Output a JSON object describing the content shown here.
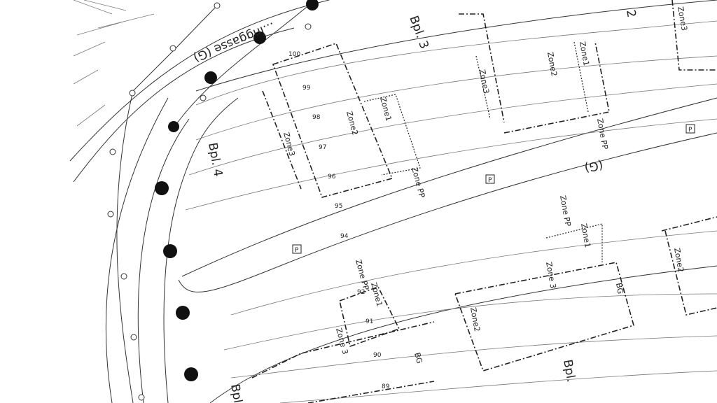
{
  "plan": {
    "street_name": "...inggasse (G)",
    "street_marker": "(G)",
    "plots": [
      "Bpl. 3",
      "Bpl. 4",
      "Bpl.",
      "2",
      "Bpl"
    ],
    "zones": {
      "zone1": "Zone1",
      "zone2": "Zone2",
      "zone3": "Zone3",
      "zone_pp": "Zone PP",
      "zone_3b": "Zone 3",
      "bg": "BG"
    },
    "contours": [
      "100",
      "99",
      "98",
      "97",
      "96",
      "95",
      "94",
      "92",
      "91",
      "90",
      "89"
    ],
    "parking": "P"
  }
}
